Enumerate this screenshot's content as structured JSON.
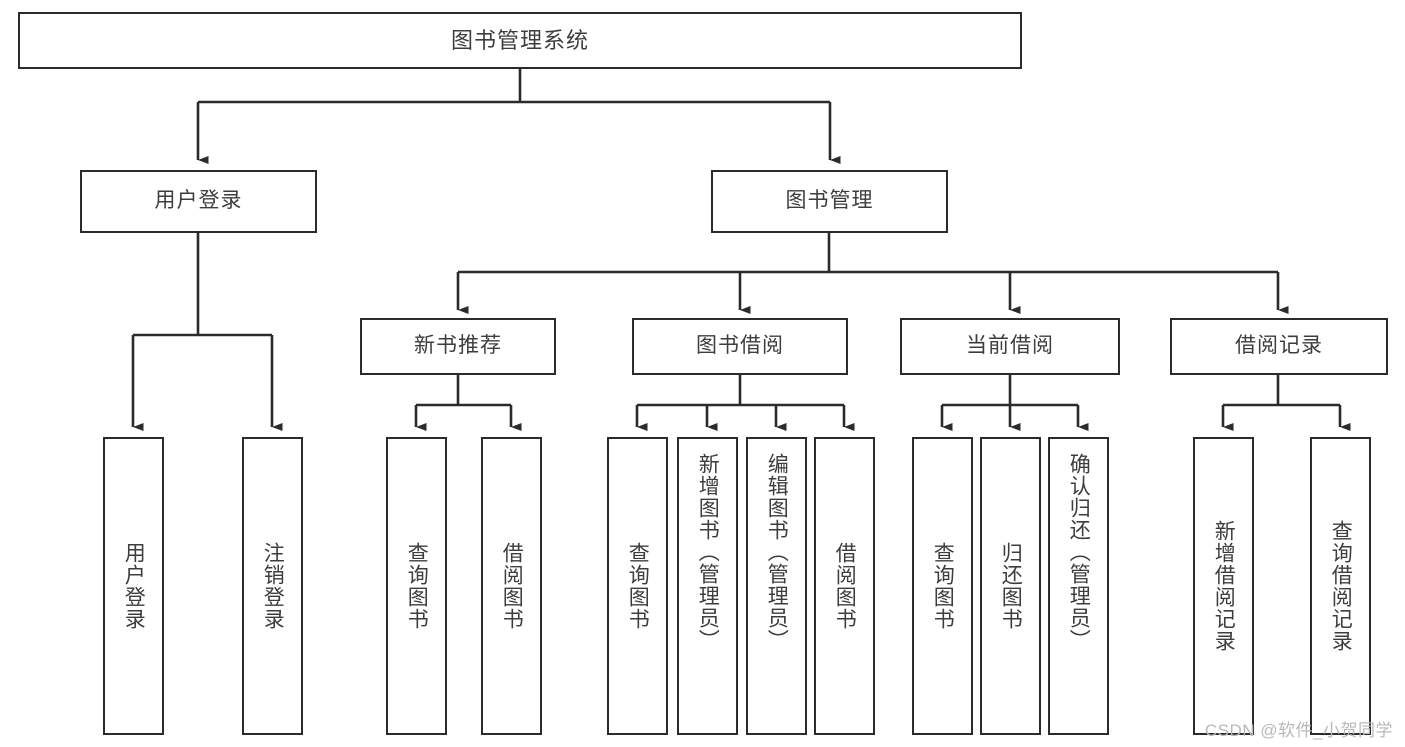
{
  "diagram": {
    "title": "图书管理系统",
    "type": "tree-hierarchy-chart",
    "root": {
      "label": "图书管理系统"
    },
    "level2": [
      {
        "label": "用户登录"
      },
      {
        "label": "图书管理"
      }
    ],
    "level3": [
      {
        "label": "新书推荐"
      },
      {
        "label": "图书借阅"
      },
      {
        "label": "当前借阅"
      },
      {
        "label": "借阅记录"
      }
    ],
    "leaves": {
      "user_login": [
        {
          "label": "用户登录"
        },
        {
          "label": "注销登录"
        }
      ],
      "new_book_recommend": [
        {
          "label": "查询图书"
        },
        {
          "label": "借阅图书"
        }
      ],
      "book_borrow": [
        {
          "label": "查询图书"
        },
        {
          "label": "新增图书（管理员）"
        },
        {
          "label": "编辑图书（管理员）"
        },
        {
          "label": "借阅图书"
        }
      ],
      "current_borrow": [
        {
          "label": "查询图书"
        },
        {
          "label": "归还图书"
        },
        {
          "label": "确认归还（管理员）"
        }
      ],
      "borrow_records": [
        {
          "label": "新增借阅记录"
        },
        {
          "label": "查询借阅记录"
        }
      ]
    }
  },
  "watermark": {
    "text": "CSDN @软件_小贺同学"
  },
  "colors": {
    "stroke": "#2b2b2b",
    "text": "#3d3d3d",
    "background": "#ffffff",
    "watermark": "#b9b9b9"
  }
}
